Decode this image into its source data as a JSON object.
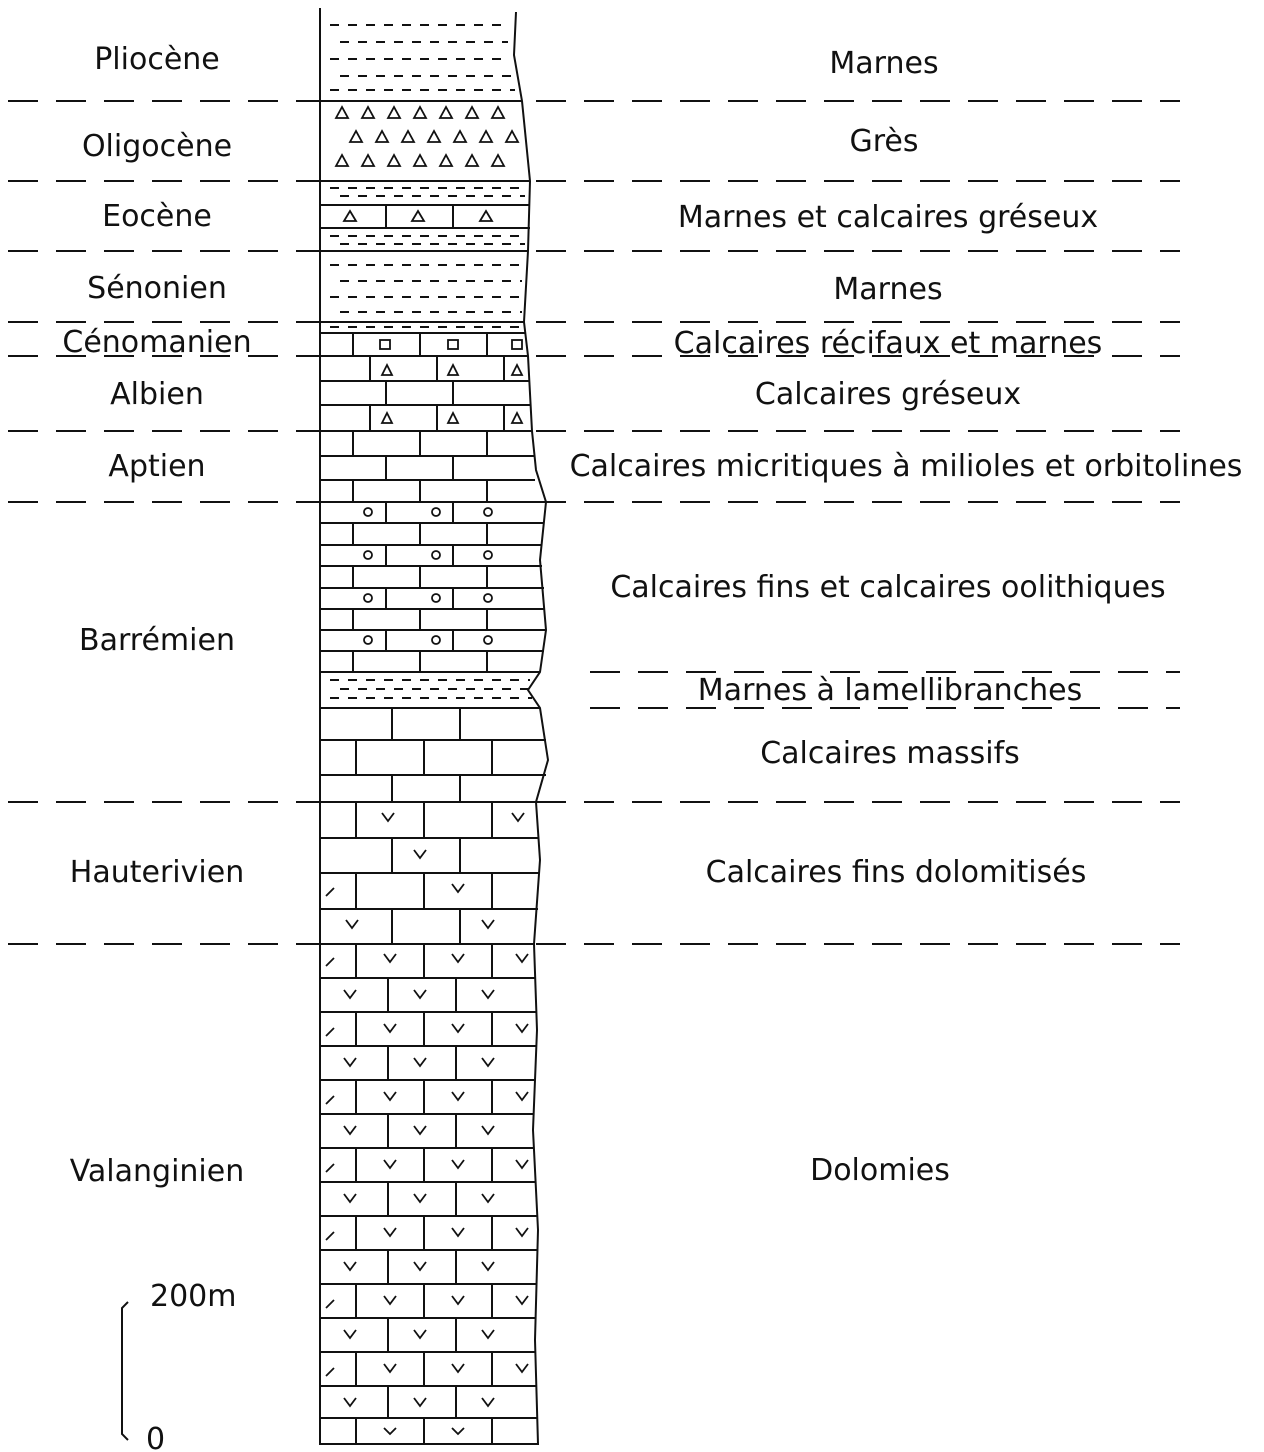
{
  "column": {
    "stages": [
      {
        "name": "Pliocène",
        "lithology": "marl",
        "description": "Marnes"
      },
      {
        "name": "Oligocène",
        "lithology": "sandstone",
        "description": "Grès"
      },
      {
        "name": "Eocène",
        "lithology": "marl-sandy-limestone",
        "description": "Marnes et calcaires gréseux"
      },
      {
        "name": "Sénonien",
        "lithology": "marl",
        "description": "Marnes"
      },
      {
        "name": "Cénomanien",
        "lithology": "reef-limestone-marl",
        "description": "Calcaires récifaux et marnes"
      },
      {
        "name": "Albien",
        "lithology": "sandy-limestone",
        "description": "Calcaires gréseux"
      },
      {
        "name": "Aptien",
        "lithology": "micritic-limestone",
        "description": "Calcaires micritiques à milioles et orbitolines"
      },
      {
        "name": "Barrémien",
        "lithology": "oolitic-limestone / marl / massive-limestone",
        "units": [
          {
            "lithology": "oolitic-limestone",
            "description": "Calcaires fins et calcaires oolithiques"
          },
          {
            "lithology": "marl",
            "description": "Marnes à lamellibranches"
          },
          {
            "lithology": "massive-limestone",
            "description": "Calcaires massifs"
          }
        ]
      },
      {
        "name": "Hauterivien",
        "lithology": "dolomitized-limestone",
        "description": "Calcaires fins dolomitisés"
      },
      {
        "name": "Valanginien",
        "lithology": "dolomite",
        "description": "Dolomies"
      }
    ]
  },
  "scale": {
    "top": "200m",
    "bottom": "0"
  },
  "colors": {
    "ink": "#111111",
    "background": "#ffffff"
  }
}
